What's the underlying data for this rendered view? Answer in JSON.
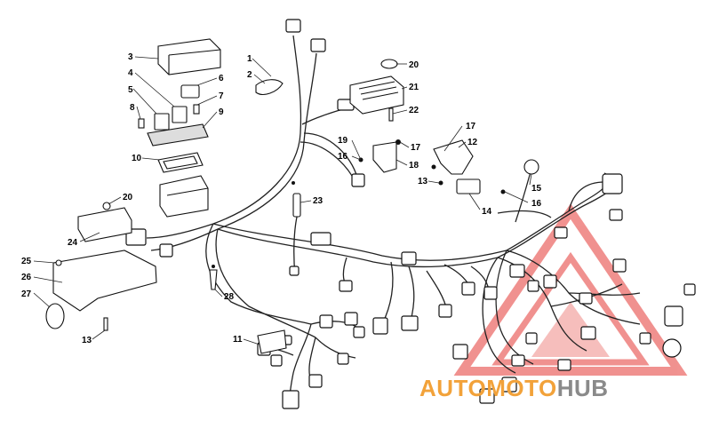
{
  "diagram": {
    "callouts": [
      "1",
      "2",
      "3",
      "4",
      "5",
      "6",
      "7",
      "8",
      "9",
      "10",
      "11",
      "12",
      "13",
      "13",
      "14",
      "15",
      "16",
      "16",
      "17",
      "17",
      "18",
      "19",
      "20",
      "20",
      "21",
      "22",
      "23",
      "24",
      "25",
      "26",
      "27",
      "28"
    ]
  },
  "watermark": {
    "part1": "AUTO",
    "part2": "MOTO",
    "part3": "HUB",
    "color_orange": "#f2a23a",
    "color_gray": "#8a8a8a",
    "color_red": "#e53935"
  }
}
